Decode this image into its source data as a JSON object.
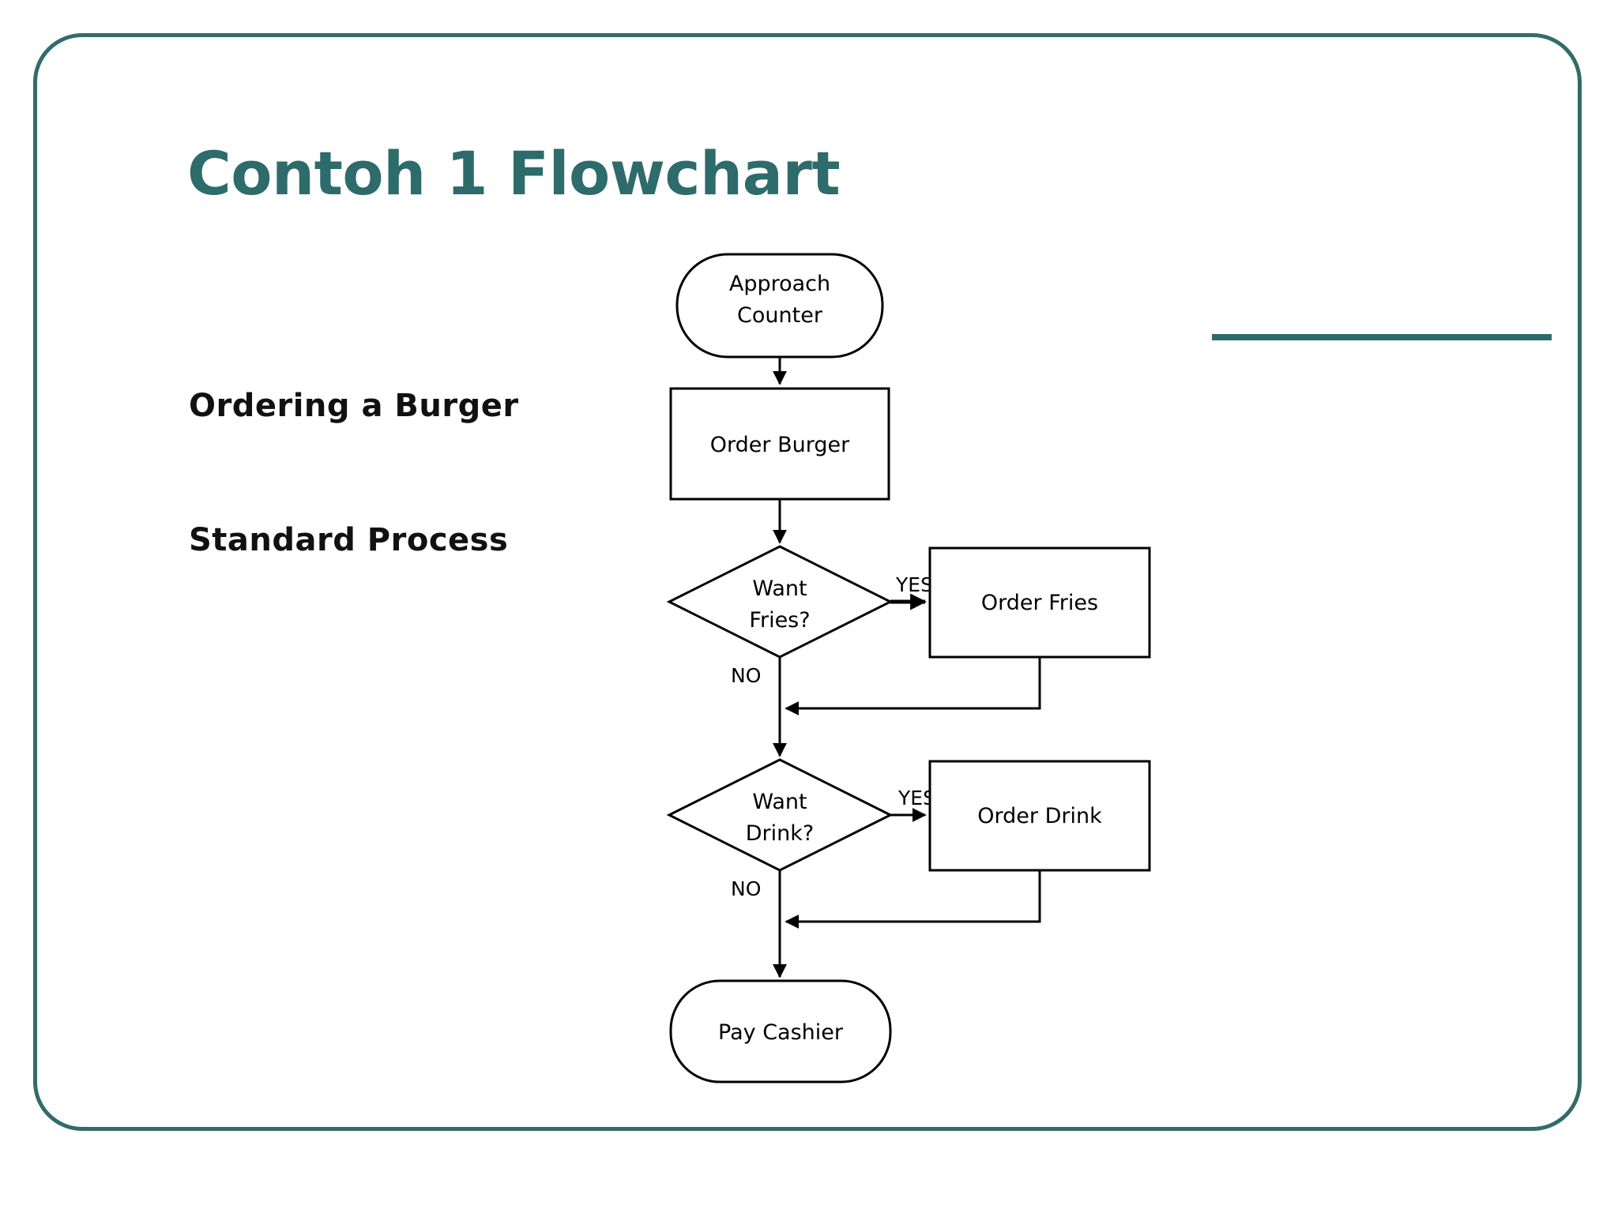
{
  "slide": {
    "title": "Contoh 1 Flowchart",
    "accent_color": "#2e6b6b",
    "border_color": "#336b6b",
    "background_color": "#ffffff"
  },
  "caption": {
    "line1": "Ordering a Burger",
    "line2": "Standard Process"
  },
  "chart_data": {
    "type": "diagram",
    "diagram_kind": "flowchart",
    "title": "Ordering a Burger Standard Process",
    "nodes": [
      {
        "id": "start",
        "label": "Approach Counter",
        "shape": "terminator"
      },
      {
        "id": "order_burger",
        "label": "Order Burger",
        "shape": "process"
      },
      {
        "id": "want_fries",
        "label": "Want Fries?",
        "shape": "decision"
      },
      {
        "id": "order_fries",
        "label": "Order Fries",
        "shape": "process"
      },
      {
        "id": "want_drink",
        "label": "Want Drink?",
        "shape": "decision"
      },
      {
        "id": "order_drink",
        "label": "Order Drink",
        "shape": "process"
      },
      {
        "id": "pay",
        "label": "Pay Cashier",
        "shape": "terminator"
      }
    ],
    "edges": [
      {
        "from": "start",
        "to": "order_burger",
        "label": ""
      },
      {
        "from": "order_burger",
        "to": "want_fries",
        "label": ""
      },
      {
        "from": "want_fries",
        "to": "order_fries",
        "label": "YES"
      },
      {
        "from": "want_fries",
        "to": "want_drink",
        "label": "NO"
      },
      {
        "from": "order_fries",
        "to": "want_drink",
        "label": ""
      },
      {
        "from": "want_drink",
        "to": "order_drink",
        "label": "YES"
      },
      {
        "from": "want_drink",
        "to": "pay",
        "label": "NO"
      },
      {
        "from": "order_drink",
        "to": "pay",
        "label": ""
      }
    ],
    "node_labels": {
      "start_l1": "Approach",
      "start_l2": "Counter",
      "order_burger": "Order Burger",
      "want_fries_l1": "Want",
      "want_fries_l2": "Fries?",
      "order_fries": "Order Fries",
      "want_drink_l1": "Want",
      "want_drink_l2": "Drink?",
      "order_drink": "Order Drink",
      "pay": "Pay Cashier"
    },
    "edge_labels": {
      "fries_yes": "YES",
      "fries_no": "NO",
      "drink_yes": "YES",
      "drink_no": "NO"
    }
  }
}
